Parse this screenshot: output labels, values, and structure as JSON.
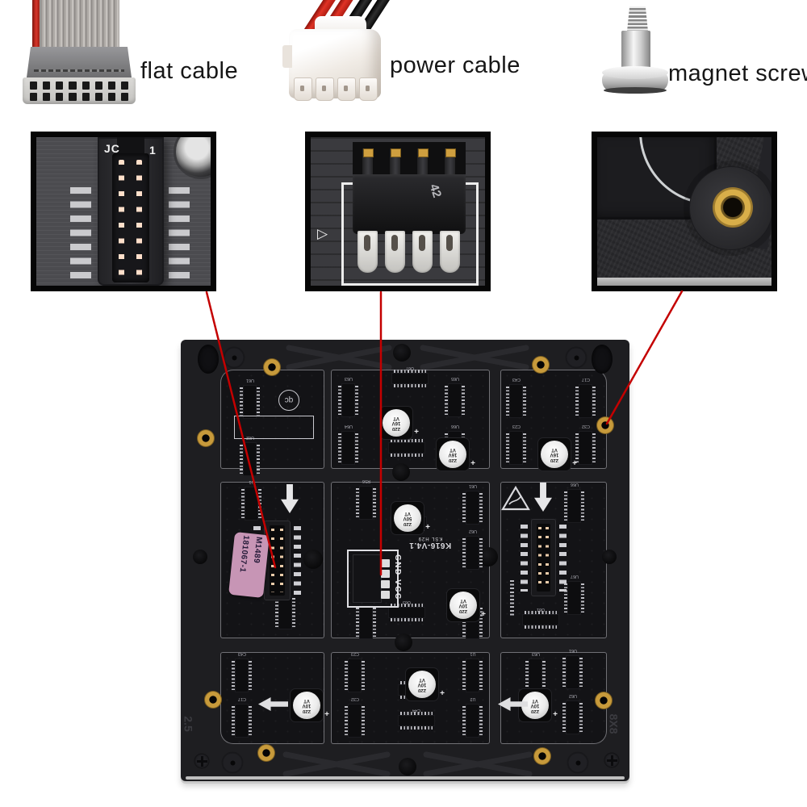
{
  "legend": {
    "items": [
      {
        "label": "flat cable"
      },
      {
        "label": "power cable"
      },
      {
        "label": "magnet screw"
      }
    ]
  },
  "insets": {
    "hub75_connector": {
      "designator_left": "JC",
      "designator_right": "1"
    },
    "power_connector": {
      "marking": "42",
      "polarity_mark": "▷"
    },
    "magnet_screw_hole": {}
  },
  "board": {
    "silkscreen": {
      "model": "K616-V4.1",
      "model_note": "KSL H29",
      "power_labels": "GND VCC",
      "qc_stamp": "qc",
      "plus_mark": "+"
    },
    "sticker": {
      "line1": "181067-1",
      "line2": "M1489"
    },
    "molded": {
      "left_mark": "2.5",
      "right_mark": "8X8"
    },
    "capacitor_markings": [
      [
        "220",
        "16V",
        "VT"
      ],
      [
        "220",
        "50V",
        "VT"
      ],
      [
        "220",
        "10V",
        "VT"
      ]
    ],
    "ref_designators": [
      "U61",
      "U62",
      "U63",
      "U64",
      "U65",
      "U66",
      "U67",
      "U81",
      "C43",
      "C17",
      "C23",
      "C32",
      "U1",
      "U2",
      "R56",
      "C44"
    ]
  },
  "colors": {
    "callout_line": "#c40000",
    "brass": "#c79a3b",
    "sticker_pink": "#c795b5",
    "pcb_dark": "#131316",
    "frame_dark": "#1e1e21"
  }
}
